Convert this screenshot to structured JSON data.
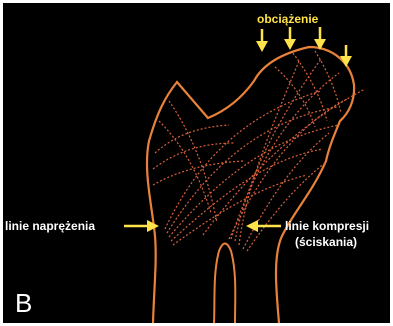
{
  "labels": {
    "load": "obciążenie",
    "tension_lines": "linie naprężenia",
    "compression_lines_1": "linie kompresji",
    "compression_lines_2": "(ściskania)",
    "panel_letter": "B"
  },
  "colors": {
    "background": "#000000",
    "bone_outline": "#e8823a",
    "trabecular_lines": "#d6603a",
    "arrows": "#ffe34a",
    "text": "#ffffff"
  },
  "icons": [
    "load-arrow-icon",
    "pointer-arrow-icon"
  ]
}
